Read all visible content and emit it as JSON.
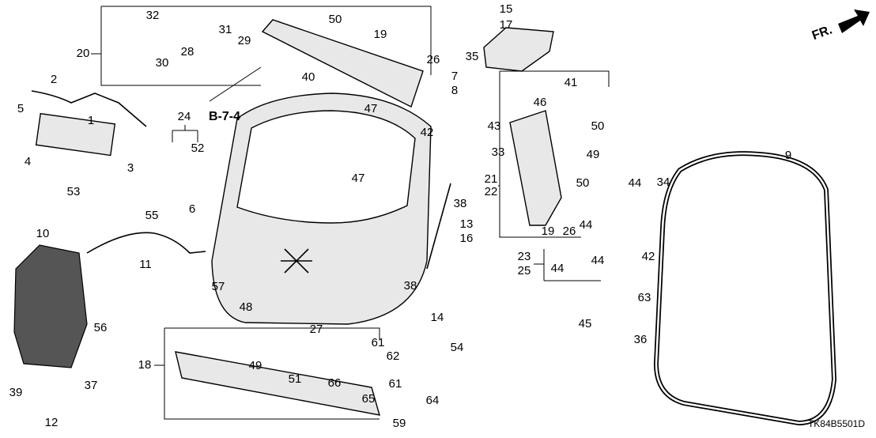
{
  "diagram": {
    "code": "TK84B5501D",
    "front_indicator": "FR.",
    "reference": "B-7-4",
    "labels": [
      "15",
      "17",
      "32",
      "20",
      "31",
      "29",
      "28",
      "30",
      "50",
      "19",
      "26",
      "40",
      "35",
      "7",
      "8",
      "47",
      "42",
      "43",
      "33",
      "2",
      "5",
      "1",
      "4",
      "3",
      "53",
      "24",
      "52",
      "6",
      "55",
      "10",
      "11",
      "21",
      "22",
      "47",
      "38",
      "13",
      "16",
      "38",
      "57",
      "48",
      "56",
      "14",
      "27",
      "18",
      "61",
      "62",
      "61",
      "54",
      "49",
      "51",
      "66",
      "65",
      "59",
      "64",
      "37",
      "39",
      "12",
      "41",
      "46",
      "50",
      "49",
      "50",
      "44",
      "34",
      "19",
      "26",
      "44",
      "44",
      "23",
      "25",
      "44",
      "42",
      "63",
      "45",
      "36",
      "9"
    ]
  }
}
